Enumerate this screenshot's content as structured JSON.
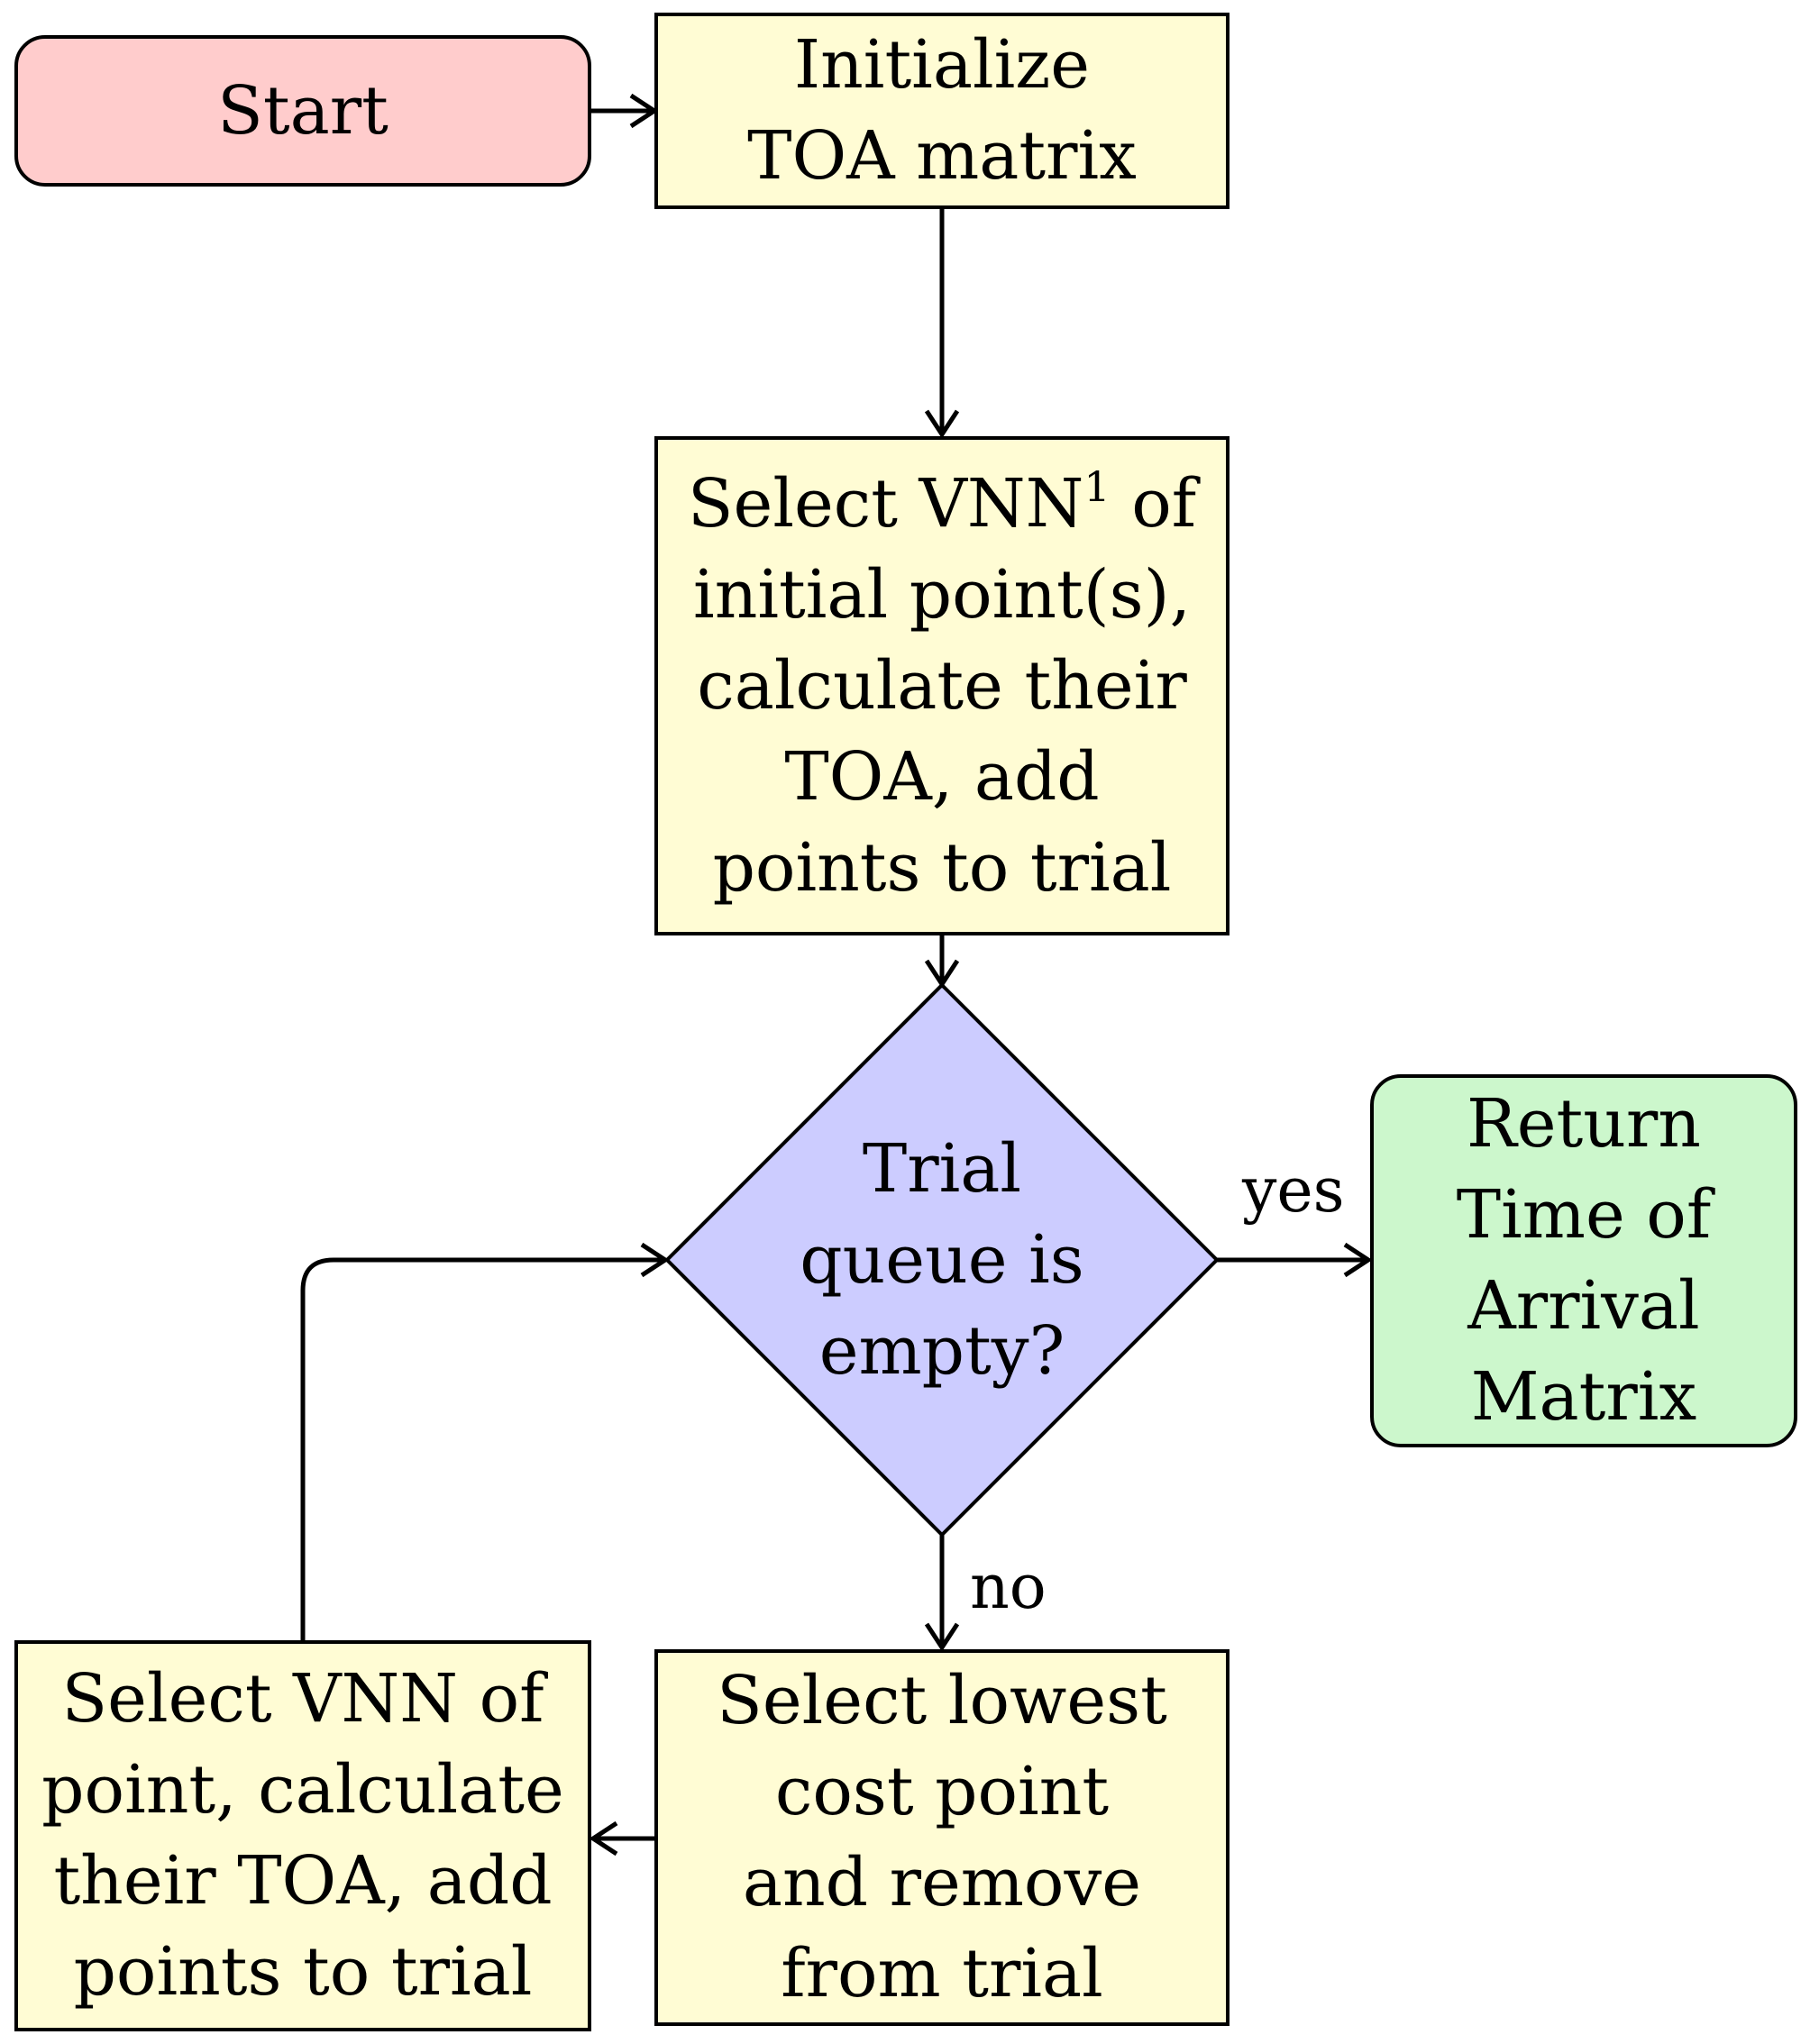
{
  "colors": {
    "start_fill": "#ffcccc",
    "process_fill": "#fffcd4",
    "decision_fill": "#ccccff",
    "end_fill": "#ccf7cc",
    "stroke": "#000000"
  },
  "nodes": {
    "start": {
      "text": "Start"
    },
    "init": {
      "lines": [
        "Initialize",
        "TOA matrix"
      ]
    },
    "select_initial": {
      "line1_prefix": "Select VNN",
      "line1_footnote": "1",
      "line1_suffix": " of",
      "lines": [
        "initial point(s),",
        "calculate their",
        "TOA, add",
        "points to trial"
      ]
    },
    "decision": {
      "lines": [
        "Trial",
        "queue is",
        "empty?"
      ]
    },
    "return": {
      "lines": [
        "Return",
        "Time of",
        "Arrival",
        "Matrix"
      ]
    },
    "select_lowest": {
      "lines": [
        "Select lowest",
        "cost point",
        "and remove",
        "from trial"
      ]
    },
    "select_vnn": {
      "lines": [
        "Select VNN of",
        "point, calculate",
        "their TOA, add",
        "points to trial"
      ]
    }
  },
  "edges": {
    "yes_label": "yes",
    "no_label": "no"
  }
}
